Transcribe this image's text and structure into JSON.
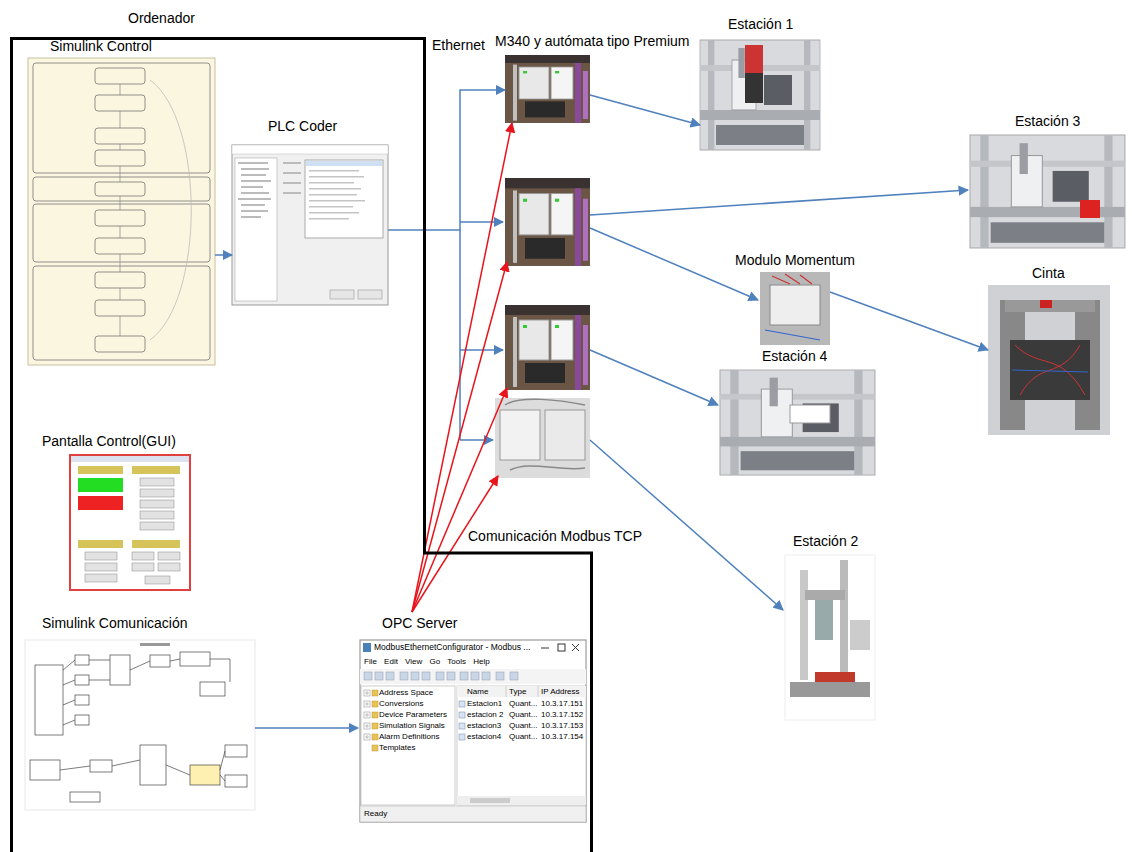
{
  "diagram": {
    "nodes": [
      {
        "text": [
          "Ordenador"
        ]
      },
      {
        "text": [
          "Simulink Control"
        ],
        "in": 0
      },
      {
        "text": [
          "PLC Coder"
        ],
        "in": 0
      },
      {
        "text": [
          "Pantalla Control(GUI)"
        ],
        "in": 0
      },
      {
        "text": [
          "Simulink Comunicación"
        ],
        "in": 0
      },
      {
        "text": [
          "OPC Server"
        ],
        "in": 0
      },
      {
        "text": [
          "M340 y autómata tipo Premium"
        ]
      },
      {
        "text": [
          "Estación 1"
        ]
      },
      {
        "text": [
          "Estación 3"
        ]
      },
      {
        "text": [
          "Modulo Momentum"
        ]
      },
      {
        "text": [
          "Cinta"
        ]
      },
      {
        "text": [
          "Estación 4"
        ]
      },
      {
        "text": [
          "Estación 2"
        ]
      }
    ],
    "edges": [
      {
        "from": 1,
        "to": 2,
        "arrow": "to"
      },
      {
        "from": 2,
        "to": 6,
        "arrow": "to"
      },
      {
        "from": 6,
        "to": 7,
        "arrow": "to"
      },
      {
        "from": 9,
        "to": 10,
        "arrow": "to"
      },
      {
        "from": 4,
        "to": 5,
        "arrow": "to"
      },
      {
        "from": 5,
        "to": 6,
        "arrow": "to"
      }
    ],
    "labels": [
      "Ethernet",
      "Comunicación Modbus TCP",
      "ModbusEthernetConfigurator - Modbus ...",
      "File Edit View Go Tools Help",
      "Address Space",
      "Conversions",
      "Device Parameters",
      "Simulation Signals",
      "Alarm Definitions",
      "Templates",
      "Name",
      "Type",
      "IP Address",
      "Estacion1",
      "Quant...",
      "10.3.17.151",
      "estacion 2",
      "Quant...",
      "10.3.17.152",
      "estacion3",
      "Quant...",
      "10.3.17.153",
      "estacion4",
      "Quant...",
      "10.3.17.154",
      "Ready"
    ]
  }
}
